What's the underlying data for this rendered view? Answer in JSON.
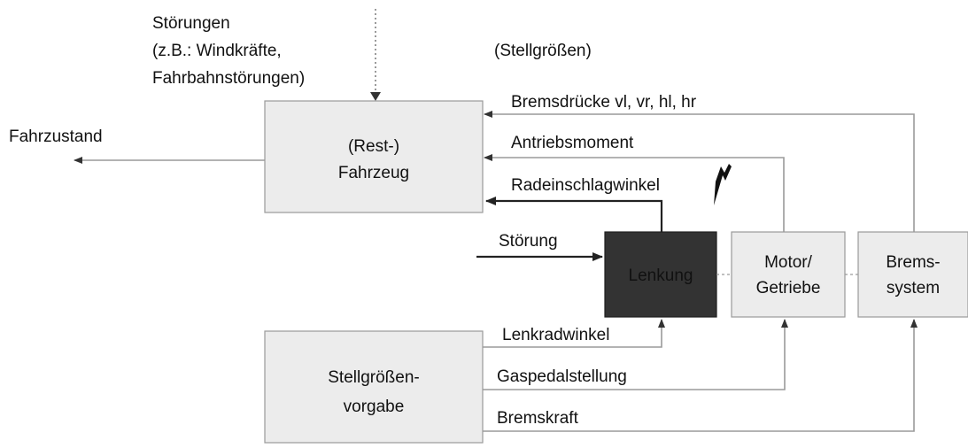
{
  "disturbances": {
    "line1": "Störungen",
    "line2": "(z.B.: Windkräfte,",
    "line3": "Fahrbahnstörungen)"
  },
  "stellgroessen_caption": "(Stellgrößen)",
  "output_label": "Fahrzustand",
  "boxes": {
    "vehicle": {
      "line1": "(Rest-)",
      "line2": "Fahrzeug"
    },
    "steering": {
      "line1": "Lenkung"
    },
    "motor": {
      "line1": "Motor/",
      "line2": "Getriebe"
    },
    "brake": {
      "line1": "Brems-",
      "line2": "system"
    },
    "input": {
      "line1": "Stellgrößen-",
      "line2": "vorgabe"
    }
  },
  "signals": {
    "brake_pressures": "Bremsdrücke vl, vr, hl, hr",
    "drive_torque": "Antriebsmoment",
    "wheel_angle": "Radeinschlagwinkel",
    "disturbance": "Störung",
    "steering_wheel_angle": "Lenkradwinkel",
    "pedal_position": "Gaspedalstellung",
    "brake_force": "Bremskraft"
  }
}
